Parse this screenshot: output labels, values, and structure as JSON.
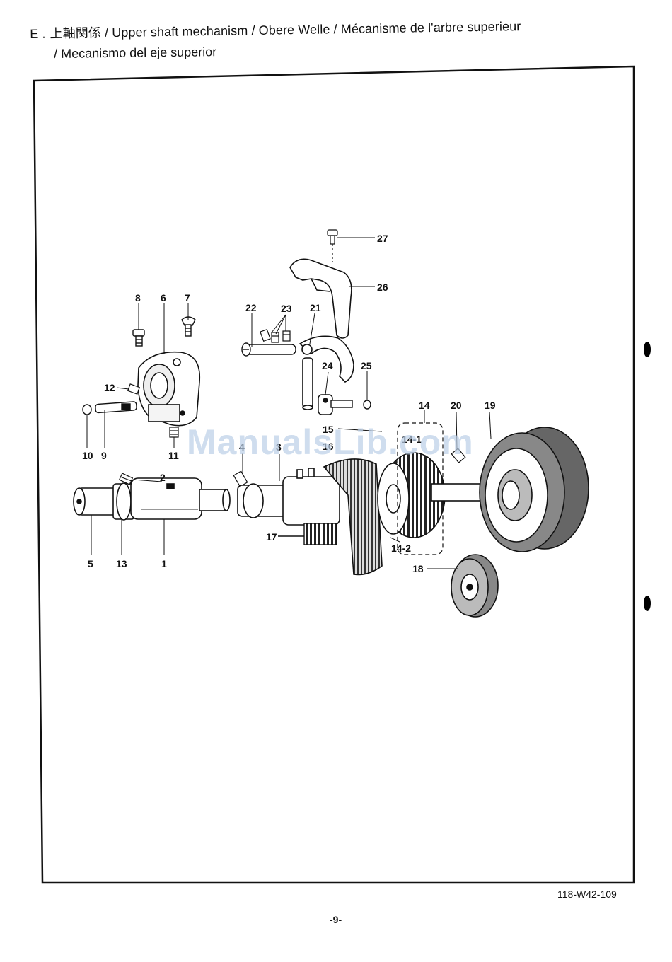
{
  "header": {
    "section_letter": "E .",
    "title_line1": "上軸関係 / Upper shaft mechanism / Obere Welle / Mécanisme de l'arbre superieur",
    "title_line2": "/ Mecanismo del eje superior"
  },
  "diagram": {
    "part_labels": {
      "p1": "1",
      "p2": "2",
      "p3": "3",
      "p4": "4",
      "p5": "5",
      "p6": "6",
      "p7": "7",
      "p8": "8",
      "p9": "9",
      "p10": "10",
      "p11": "11",
      "p12": "12",
      "p13": "13",
      "p14": "14",
      "p14_1": "14-1",
      "p14_2": "14-2",
      "p15": "15",
      "p16": "16",
      "p17": "17",
      "p18": "18",
      "p19": "19",
      "p20": "20",
      "p21": "21",
      "p22": "22",
      "p23": "23",
      "p24": "24",
      "p25": "25",
      "p26": "26",
      "p27": "27"
    }
  },
  "watermark": "ManualsLib.com",
  "footer": {
    "doc_number": "118-W42-109",
    "page_number": "-9-"
  }
}
